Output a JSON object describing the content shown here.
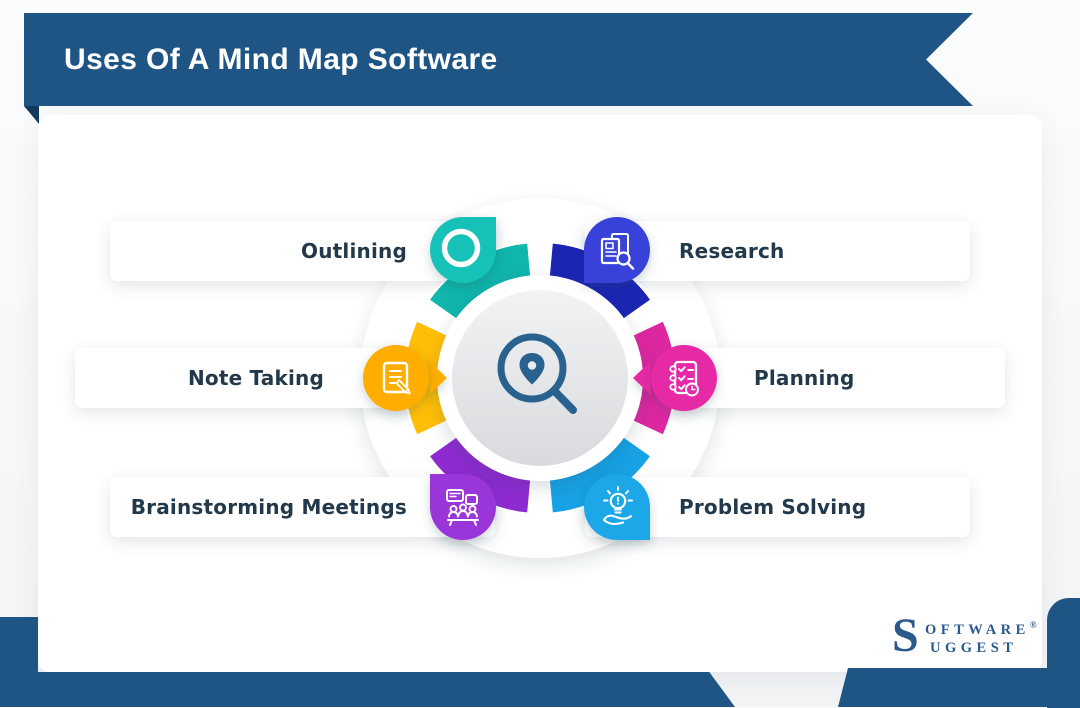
{
  "title": "Uses Of A Mind Map Software",
  "colors": {
    "ribbon": "#1E5585",
    "ribbon_fold": "#123A5E",
    "label_text": "#21394A",
    "hub_icon": "#2A628F",
    "hub_top": "#F1F3F5",
    "hub_bottom": "#D8DADD"
  },
  "center": {
    "icon": "search-location"
  },
  "nodes": [
    {
      "label": "Outlining",
      "color": "#13C2B8",
      "arc": "#10B5AB",
      "icon": "ring"
    },
    {
      "label": "Research",
      "color": "#3843D9",
      "arc": "#1C25B2",
      "icon": "document-search"
    },
    {
      "label": "Note Taking",
      "color": "#FFAE00",
      "arc": "#FFBE06",
      "icon": "note-pencil"
    },
    {
      "label": "Planning",
      "color": "#E62AA6",
      "arc": "#DD27A0",
      "icon": "checklist-clock"
    },
    {
      "label": "Brainstorming Meetings",
      "color": "#9A35D9",
      "arc": "#8E2BD0",
      "icon": "meeting-people"
    },
    {
      "label": "Problem Solving",
      "color": "#1BA7E8",
      "arc": "#17A2E5",
      "icon": "idea-hand"
    }
  ],
  "brand": {
    "s": "S",
    "oftware": "OFTWARE",
    "reg": "®",
    "uggest": "UGGEST"
  }
}
